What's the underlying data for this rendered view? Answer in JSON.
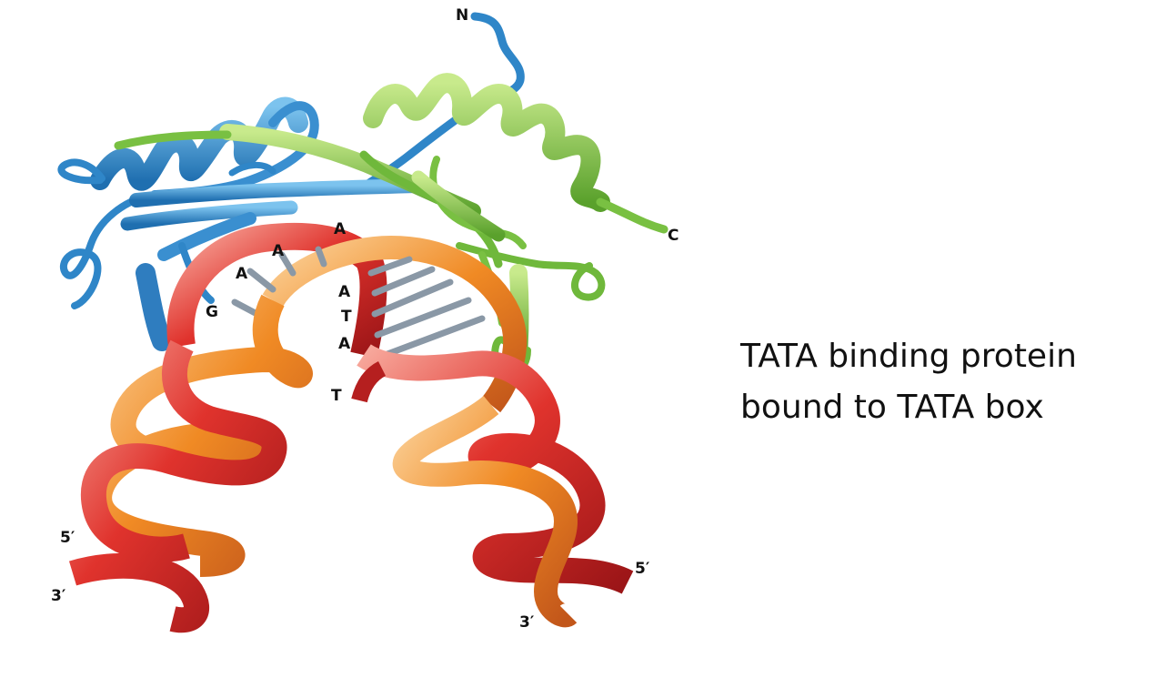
{
  "caption": {
    "line1": "TATA binding protein",
    "line2": "bound to TATA box"
  },
  "terminus": {
    "n": "N",
    "c": "C"
  },
  "bases": {
    "g": "G",
    "a1": "A",
    "a2": "A",
    "a3": "A",
    "a4": "A",
    "t1": "T",
    "a5": "A",
    "t2": "T"
  },
  "strand_ends": {
    "left_5": "5′",
    "left_3": "3′",
    "right_5": "5′",
    "right_3": "3′"
  },
  "colors": {
    "protein_domain_1": "#3a8fd0",
    "protein_domain_2": "#7cc143",
    "dna_strand_red": "#e03a34",
    "dna_strand_orange": "#f08a24",
    "base_pair": "#8a98a6"
  }
}
